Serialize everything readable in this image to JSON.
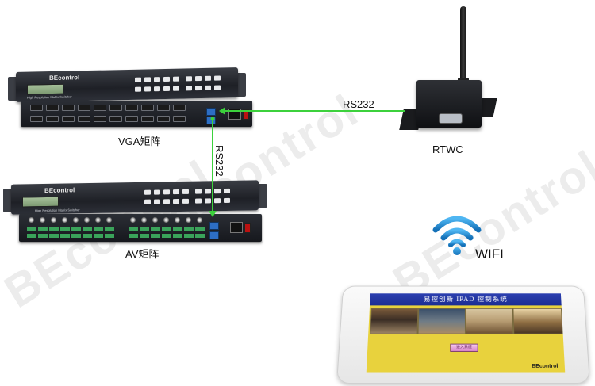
{
  "devices": {
    "vga_matrix": {
      "label": "VGA矩阵",
      "brand": "BEcontrol",
      "panel_text": "High Resolution Matrix Switcher"
    },
    "av_matrix": {
      "label": "AV矩阵",
      "brand": "BEcontrol",
      "panel_text": "High Resolution Matrix Switcher"
    },
    "rtwc": {
      "label": "RTWC"
    },
    "wifi": {
      "label": "WIFI"
    },
    "ipad": {
      "title": "易控创新 IPAD 控制系统",
      "enter_button": "进入系统",
      "brand": "BEcontrol"
    }
  },
  "connections": {
    "rs232_horizontal": "RS232",
    "rs232_vertical": "RS232"
  },
  "watermark": "BEcontrol",
  "colors": {
    "link": "#3cd13c",
    "screen_bg": "#e8d23d",
    "header_bg": "#1b2d92",
    "watermark": "#c8c8c8"
  }
}
